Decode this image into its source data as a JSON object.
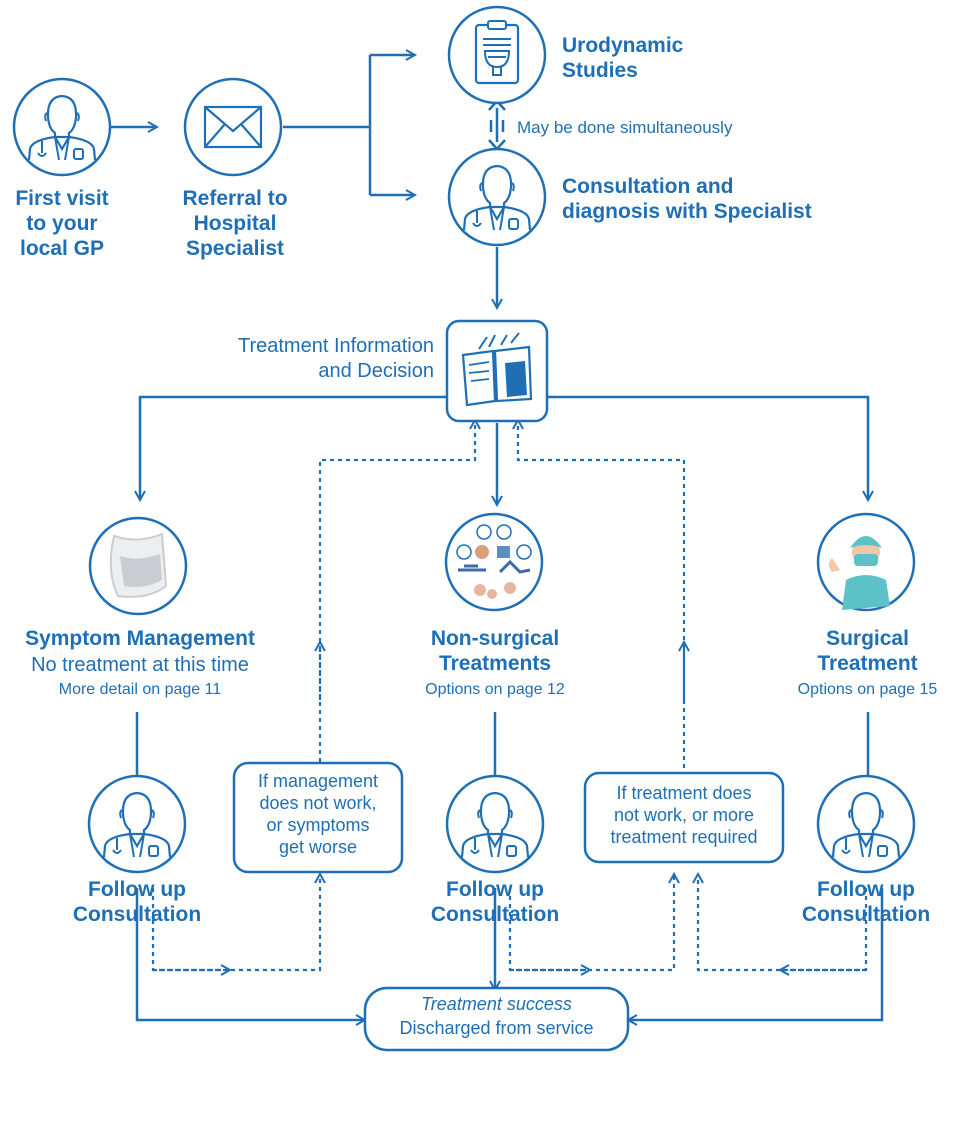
{
  "colors": {
    "primary": "#1e6fb5",
    "nurse_scrubs": "#5dc2c7",
    "pad_grey": "#c9ccd1"
  },
  "nodes": {
    "gp_visit": {
      "label": "First visit\nto your\nlocal GP",
      "icon": "doctor-icon"
    },
    "referral": {
      "label": "Referral to\nHospital\nSpecialist",
      "icon": "envelope-icon"
    },
    "urodynamic": {
      "label": "Urodynamic\nStudies",
      "icon": "clipboard-bladder-icon"
    },
    "simultaneous_note": "May be done simultaneously",
    "consultation": {
      "label": "Consultation and\ndiagnosis with Specialist",
      "icon": "doctor-icon"
    },
    "treatment_info": {
      "label": "Treatment Information\nand Decision",
      "icon": "open-book-icon"
    },
    "symptom_mgmt": {
      "title": "Symptom Management",
      "subtitle": "No treatment at this time",
      "note": "More detail on page 11",
      "icon": "incontinence-pad-icon"
    },
    "non_surgical": {
      "title": "Non-surgical\nTreatments",
      "note": "Options on page 12",
      "icon": "lifestyle-exercise-icon"
    },
    "surgical": {
      "title": "Surgical\nTreatment",
      "note": "Options on page 15",
      "icon": "surgeon-icon"
    },
    "followup_label": "Follow up\nConsultation",
    "feedback_left": "If management\ndoes not work,\nor symptoms\nget worse",
    "feedback_right": "If treatment does\nnot work, or more\ntreatment required",
    "success": {
      "title": "Treatment success",
      "subtitle": "Discharged from service"
    }
  }
}
